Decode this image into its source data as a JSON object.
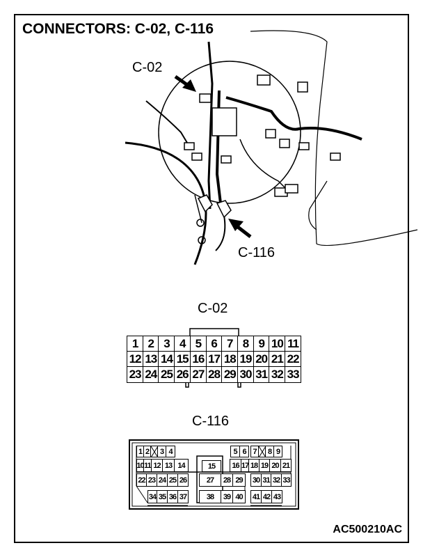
{
  "title": "CONNECTORS: C-02, C-116",
  "callouts": {
    "c02": "C-02",
    "c116": "C-116"
  },
  "connector_c02": {
    "label": "C-02",
    "rows": [
      [
        "1",
        "2",
        "3",
        "4",
        "5",
        "6",
        "7",
        "8",
        "9",
        "10",
        "11"
      ],
      [
        "12",
        "13",
        "14",
        "15",
        "16",
        "17",
        "18",
        "19",
        "20",
        "21",
        "22"
      ],
      [
        "23",
        "24",
        "25",
        "26",
        "27",
        "28",
        "29",
        "30",
        "31",
        "32",
        "33"
      ]
    ]
  },
  "connector_c116": {
    "label": "C-116",
    "pins": [
      "1",
      "2",
      "X",
      "3",
      "4",
      "5",
      "6",
      "7",
      "X",
      "8",
      "9",
      "10",
      "11",
      "12",
      "13",
      "14",
      "15",
      "16",
      "17",
      "18",
      "19",
      "20",
      "21",
      "22",
      "23",
      "24",
      "25",
      "26",
      "27",
      "28",
      "29",
      "30",
      "31",
      "32",
      "33",
      "34",
      "35",
      "36",
      "37",
      "38",
      "39",
      "40",
      "41",
      "42",
      "43"
    ]
  },
  "footer": "AC500210AC"
}
